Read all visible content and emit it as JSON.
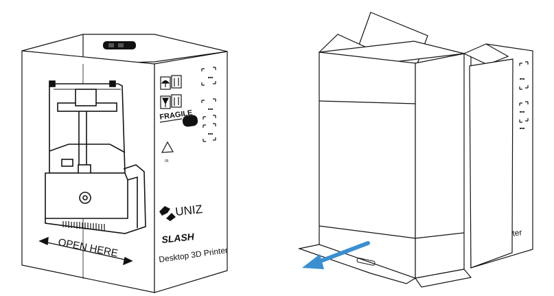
{
  "left_box": {
    "open_here_label": "OPEN HERE",
    "fragile_label": "FRAGILE",
    "brand_name": "UNIZ",
    "product_name": "SLASH",
    "product_subtitle": "Desktop 3D Printer",
    "icons": [
      "umbrella-icon",
      "this-way-up-icon",
      "glass-fragile-icon",
      "recycle-icon",
      "crop-mark-icon"
    ]
  },
  "right_box": {
    "side_partial_text": "ter",
    "arrow_color": "#3a8fd1",
    "icons": [
      "pull-direction-arrow-icon",
      "crop-mark-icon"
    ]
  },
  "colors": {
    "line": "#111111",
    "background": "#ffffff",
    "arrow": "#3a8fd1"
  }
}
